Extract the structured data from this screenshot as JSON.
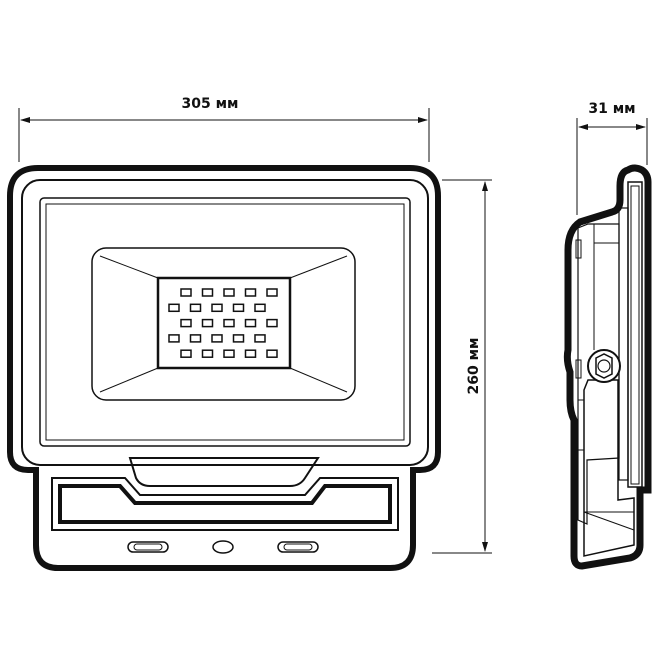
{
  "dimensions": {
    "width_label": "305 мм",
    "height_label": "260 мм",
    "depth_label": "31 мм"
  },
  "led_grid": {
    "rows": 5,
    "per_row": 5
  },
  "colors": {
    "line": "#111111",
    "background": "#ffffff"
  }
}
